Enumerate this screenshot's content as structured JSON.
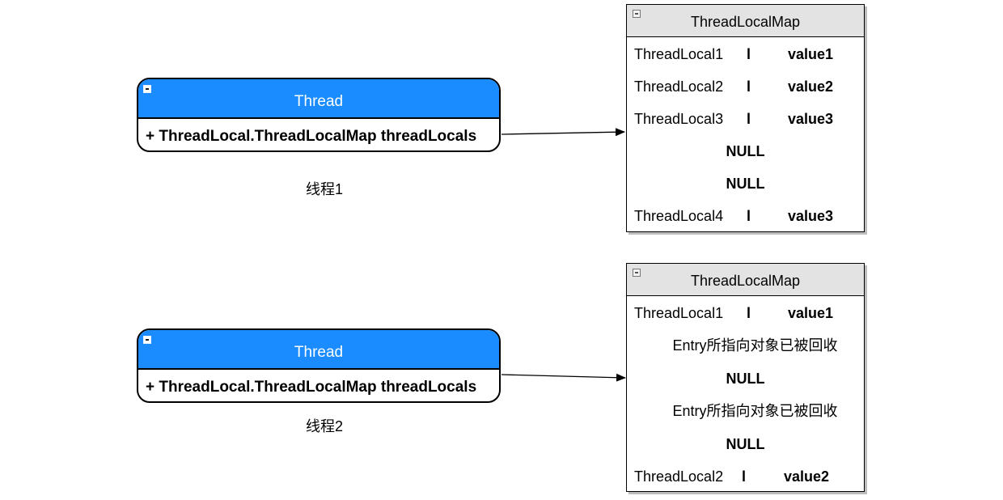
{
  "threads": [
    {
      "title": "Thread",
      "field": "+ ThreadLocal.ThreadLocalMap threadLocals",
      "caption": "线程1"
    },
    {
      "title": "Thread",
      "field": "+ ThreadLocal.ThreadLocalMap threadLocals",
      "caption": "线程2"
    }
  ],
  "maps": [
    {
      "title": "ThreadLocalMap",
      "rows": [
        {
          "key": "ThreadLocal1",
          "sep": "l",
          "value": "value1"
        },
        {
          "key": "ThreadLocal2",
          "sep": "l",
          "value": "value2"
        },
        {
          "key": "ThreadLocal3",
          "sep": "l",
          "value": "value3"
        },
        {
          "text": "NULL"
        },
        {
          "text": "NULL"
        },
        {
          "key": "ThreadLocal4",
          "sep": "l",
          "value": "value3"
        }
      ]
    },
    {
      "title": "ThreadLocalMap",
      "rows": [
        {
          "key": "ThreadLocal1",
          "sep": "l",
          "value": "value1"
        },
        {
          "text": "Entry所指向对象已被回收"
        },
        {
          "text": "NULL"
        },
        {
          "text": "Entry所指向对象已被回收"
        },
        {
          "text": "NULL"
        },
        {
          "key": "ThreadLocal2",
          "sep": "l",
          "value": "value2"
        }
      ]
    }
  ]
}
